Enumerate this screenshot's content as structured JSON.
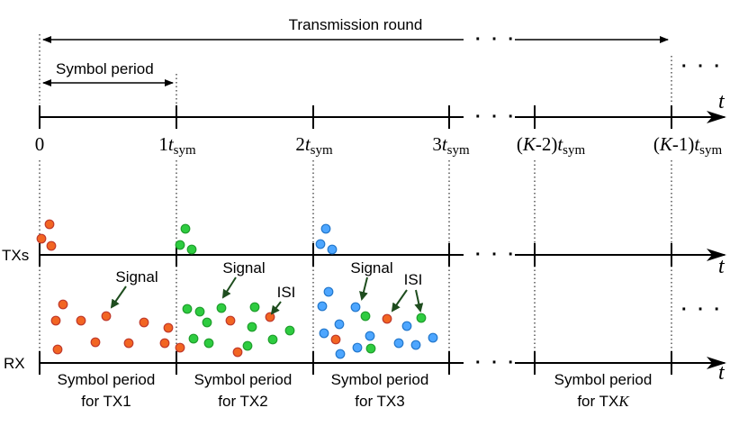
{
  "header": {
    "transmission_round": "Transmission round",
    "symbol_period": "Symbol period"
  },
  "time_axis": {
    "axis_symbol": "t",
    "ticks": [
      {
        "pre": "0",
        "italic": "",
        "post": "",
        "sub": ""
      },
      {
        "pre": "1",
        "italic": "t",
        "post": "",
        "sub": "sym"
      },
      {
        "pre": "2",
        "italic": "t",
        "post": "",
        "sub": "sym"
      },
      {
        "pre": "3",
        "italic": "t",
        "post": "",
        "sub": "sym"
      },
      {
        "pre": "(",
        "italic": "K",
        "post": "-2)",
        "italic2": "t",
        "sub": "sym"
      },
      {
        "pre": "(",
        "italic": "K",
        "post": "-1)",
        "italic2": "t",
        "sub": "sym"
      }
    ],
    "ellipsis": "· · ·"
  },
  "rows": {
    "txs_label": "TXs",
    "rx_label": "RX"
  },
  "annotations": {
    "signal": "Signal",
    "isi": "ISI"
  },
  "periods": [
    {
      "line1": "Symbol period",
      "line2": "for TX1"
    },
    {
      "line1": "Symbol period",
      "line2": "for TX2"
    },
    {
      "line1": "Symbol period",
      "line2": "for TX3"
    },
    {
      "line1": "Symbol period",
      "line2_pre": "for TX",
      "line2_italic": "K"
    }
  ],
  "colors": {
    "tx1": "#f26522",
    "tx1_border": "#c0392b",
    "tx2": "#2ecc40",
    "tx2_border": "#1f9e2c",
    "tx3": "#4da6ff",
    "tx3_border": "#2277cc",
    "arrow": "#1e4d1e"
  }
}
